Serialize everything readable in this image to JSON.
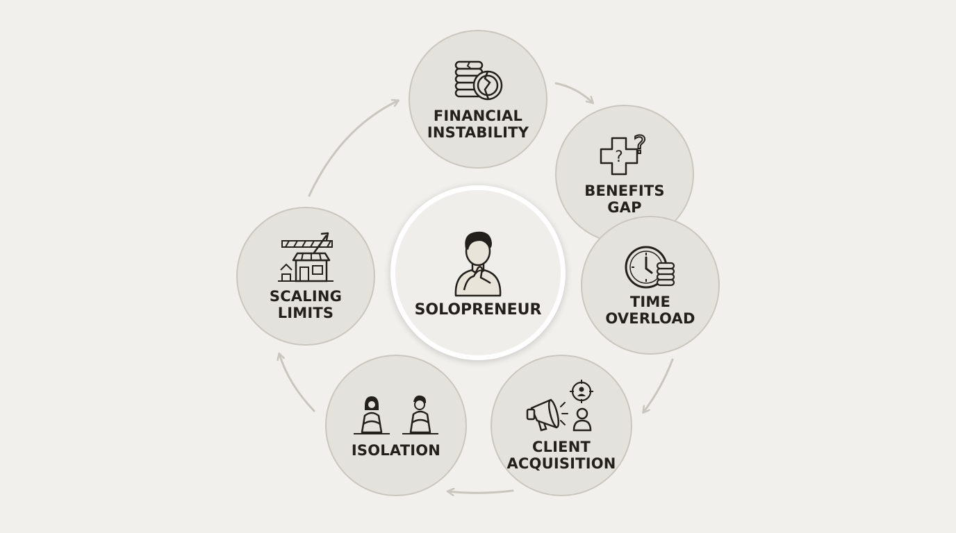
{
  "center": {
    "label": "SOLOPRENEUR",
    "icon": "thinking-person-icon"
  },
  "challenges": [
    {
      "key": "financial",
      "lines": [
        "FINANCIAL",
        "INSTABILITY"
      ],
      "icon": "cracked-coins-icon"
    },
    {
      "key": "benefits",
      "lines": [
        "BENEFITS",
        "GAP"
      ],
      "icon": "medical-cross-question-icon"
    },
    {
      "key": "time",
      "lines": [
        "TIME",
        "OVERLOAD"
      ],
      "icon": "clock-coins-icon"
    },
    {
      "key": "client",
      "lines": [
        "CLIENT",
        "ACQUISITION"
      ],
      "icon": "megaphone-target-icon"
    },
    {
      "key": "isolation",
      "lines": [
        "ISOLATION"
      ],
      "icon": "isolated-people-icon"
    },
    {
      "key": "scaling",
      "lines": [
        "SCALING",
        "LIMITS"
      ],
      "icon": "storefront-ceiling-icon"
    }
  ],
  "colors": {
    "background": "#f1f0ec",
    "circle_fill": "#e4e2dc",
    "circle_border": "#c9c6bf",
    "text": "#23201c",
    "arrow": "#c9c6bf"
  }
}
